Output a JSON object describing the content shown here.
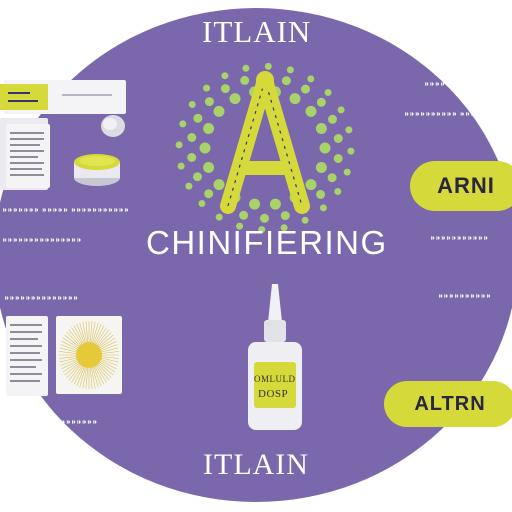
{
  "titles": {
    "top": "ITLAIN",
    "center": "CHINIFIERING",
    "bottom": "ITLAIN"
  },
  "center_letter": "A",
  "pills": {
    "top": "ARNI",
    "bottom": "ALTRN"
  },
  "left_tag": "",
  "bottle_label": {
    "line1": "OMLULD",
    "line2": "DOSP"
  },
  "colors": {
    "background_oval": "#7b67ab",
    "accent_yellow": "#d6d93a",
    "dot_green": "#a8d26a",
    "card_white": "#f4f4f6"
  }
}
